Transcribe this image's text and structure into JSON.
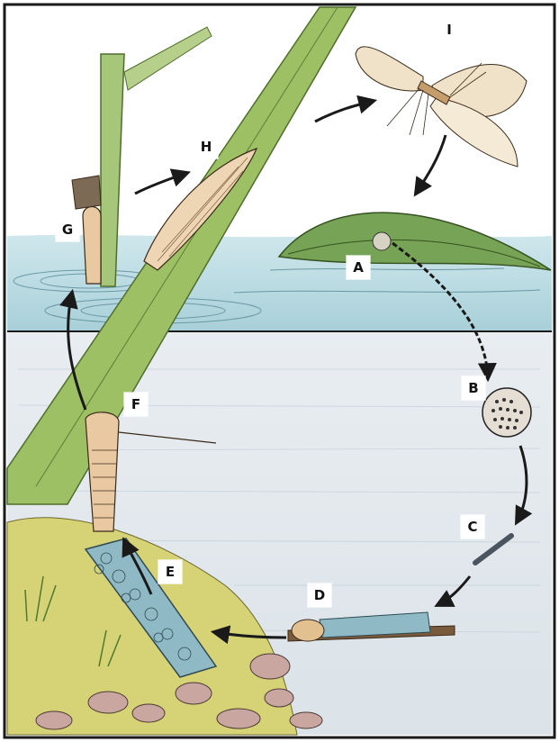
{
  "labels": {
    "A": "A",
    "B": "B",
    "C": "C",
    "D": "D",
    "E": "E",
    "F": "F",
    "G": "G",
    "H": "H",
    "I": "I"
  },
  "colors": {
    "sky": "#ffffff",
    "water_surface": "#bfdde3",
    "water_below": "#e4e9ed",
    "reed": "#8fb65a",
    "leaf": "#6f9a4f",
    "insect": "#e8c9a2",
    "case_pebbles": "#8fb9c4",
    "bank": "#d9d47a",
    "stones": "#c9a7a0",
    "arrow": "#1a1a1a",
    "border": "#1a1a1a"
  }
}
